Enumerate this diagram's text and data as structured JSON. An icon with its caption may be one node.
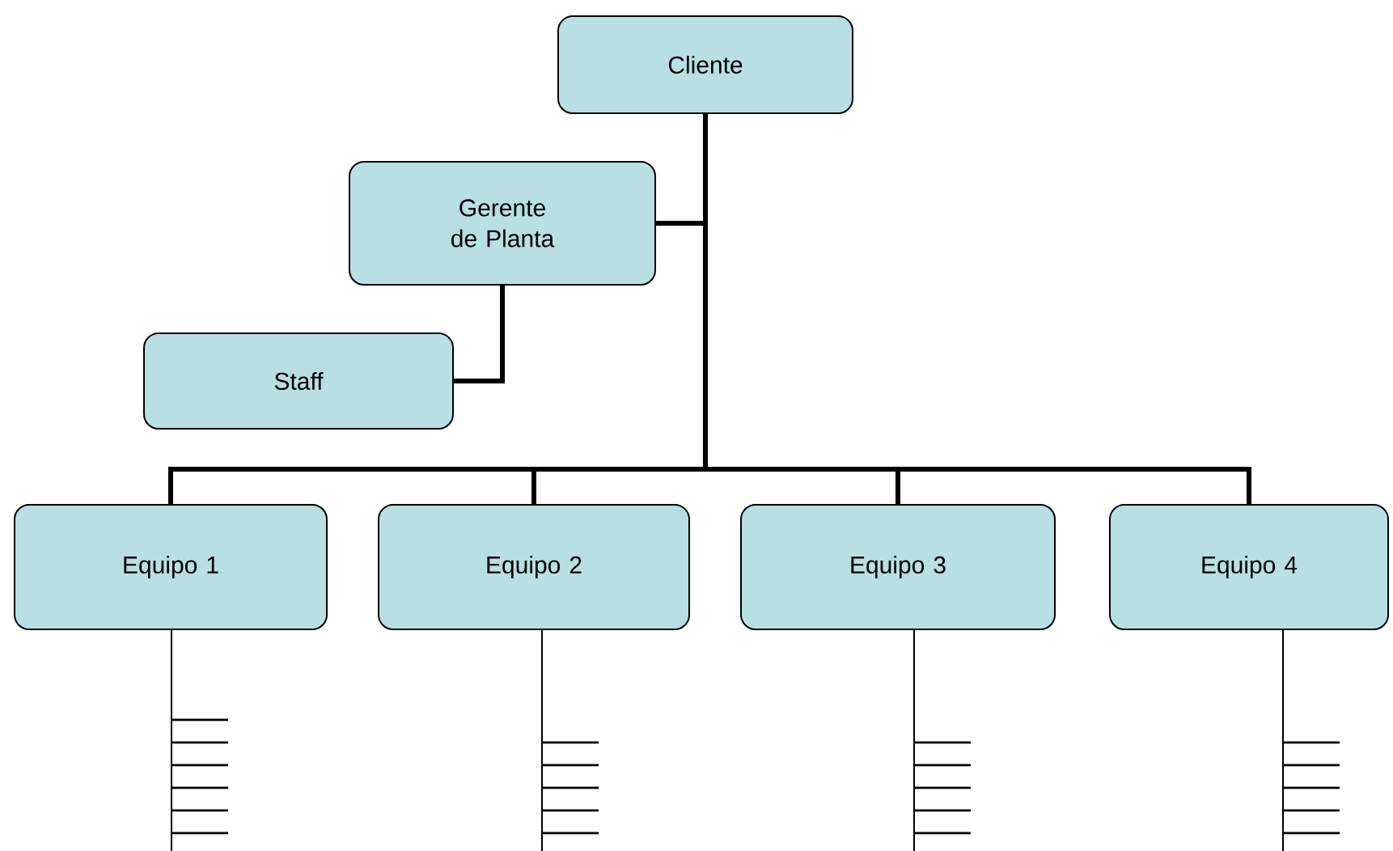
{
  "diagram": {
    "nodes": [
      {
        "text": [
          "Cliente"
        ]
      },
      {
        "text": [
          "Gerente de Planta"
        ]
      },
      {
        "text": [
          "Staff"
        ]
      },
      {
        "text": [
          "Equipo 1"
        ]
      },
      {
        "text": [
          "Equipo 2"
        ]
      },
      {
        "text": [
          "Equipo 3"
        ]
      },
      {
        "text": [
          "Equipo 4"
        ]
      }
    ],
    "edges": [
      {
        "from": 0,
        "to": 1,
        "arrow": "none"
      },
      {
        "from": 1,
        "to": 2,
        "arrow": "none"
      },
      {
        "from": 0,
        "to": 3,
        "arrow": "none"
      },
      {
        "from": 0,
        "to": 4,
        "arrow": "none"
      },
      {
        "from": 0,
        "to": 5,
        "arrow": "none"
      },
      {
        "from": 0,
        "to": 6,
        "arrow": "none"
      }
    ]
  }
}
